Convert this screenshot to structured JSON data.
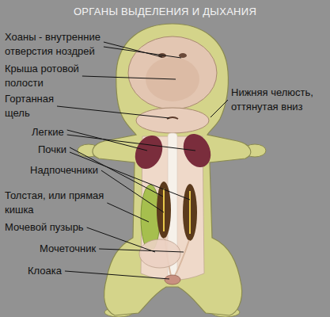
{
  "diagram": {
    "title": "ОРГАНЫ ВЫДЕЛЕНИЯ И ДЫХАНИЯ",
    "labels": [
      "Хоаны - внутренние отверстия ноздрей",
      "Крыша ротовой полости",
      "Гортанная щель",
      "Легкие",
      "Почки",
      "Надпочечники",
      "Толстая, или прямая кишка",
      "Мочевой пузырь",
      "Мочеточник",
      "Клоака",
      "Нижняя челюсть, оттянутая вниз"
    ]
  }
}
